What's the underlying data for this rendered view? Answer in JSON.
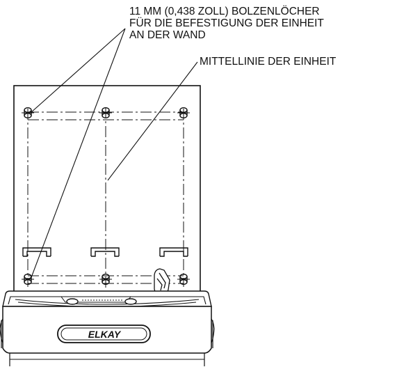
{
  "labels": {
    "mounting_holes": [
      "11 MM (0,438 ZOLL) BOLZENLÖCHER",
      "FÜR DIE BEFESTIGUNG DER EINHEIT",
      "AN DER WAND"
    ],
    "centerline": "MITTELLINIE DER EINHEIT",
    "brand": "ELKAY"
  },
  "colors": {
    "line": "#111111",
    "background": "#ffffff"
  },
  "icons": [
    "mounting-hole-icon",
    "hanger-bracket-icon",
    "bubbler-icon"
  ]
}
